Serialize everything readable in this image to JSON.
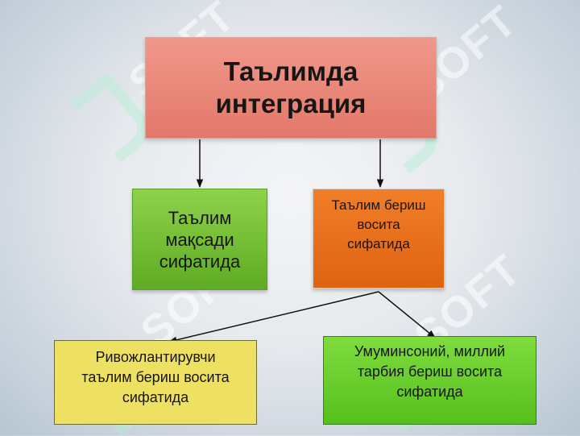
{
  "diagram": {
    "title": "Таълимда\nинтеграция",
    "purpose": "Таълим\nмақсади\nсифатида",
    "means": "Таълим бериш\nвосита\nсифатида",
    "developing": "Ривожлантирувчи\nтаълим бериш восита\nсифатида",
    "humanist": "Умуминсоний, миллий\nтарбия бериш восита\nсифатида"
  },
  "watermark": {
    "text": "SOFT"
  },
  "colors": {
    "title_fill": "#e8806f",
    "purpose_fill": "#6fbd30",
    "means_fill": "#e86e1b",
    "developing_fill": "#eee061",
    "humanist_fill": "#66cc2c"
  }
}
